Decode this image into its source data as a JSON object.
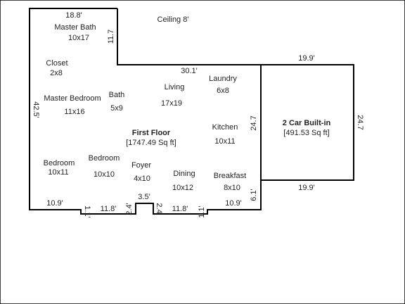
{
  "plan": {
    "ceiling": "Ceiling 8'",
    "first_floor": {
      "title": "First Floor",
      "area": "[1747.49 Sq ft]"
    },
    "garage": {
      "title": "2 Car Built-in",
      "area": "[491.53 Sq ft]"
    },
    "rooms": {
      "master_bath": {
        "name": "Master Bath",
        "size": "10x17"
      },
      "closet": {
        "name": "Closet",
        "size": "2x8"
      },
      "master_bedroom": {
        "name": "Master Bedroom",
        "size": "11x16"
      },
      "bath": {
        "name": "Bath",
        "size": "5x9"
      },
      "living": {
        "name": "Living",
        "size": "17x19"
      },
      "laundry": {
        "name": "Laundry",
        "size": "6x8"
      },
      "kitchen": {
        "name": "Kitchen",
        "size": "10x11"
      },
      "bedroom_1": {
        "name": "Bedroom",
        "size": "10x11"
      },
      "bedroom_2": {
        "name": "Bedroom",
        "size": "10x10"
      },
      "foyer": {
        "name": "Foyer",
        "size": "4x10"
      },
      "dining": {
        "name": "Dining",
        "size": "10x12"
      },
      "breakfast": {
        "name": "Breakfast",
        "size": "8x10"
      }
    },
    "dimensions": {
      "top_left": "18.8'",
      "notch_vertical": "11.7",
      "upper_right_wall": "30.1'",
      "left_side": "42.5'",
      "kitchen_side": "24.7",
      "garage_top": "19.9'",
      "garage_bottom": "19.9'",
      "garage_right": "24.7",
      "right_small": "6.1'",
      "bottom_left": "10.9'",
      "bottom_left_step": "1.1'",
      "bottom_mid_left": "11.8'",
      "bottom_left_jog": "2.4'",
      "entry_width": "3.5'",
      "bottom_right_jog": "2.4",
      "bottom_mid_right": "11.8'",
      "bottom_right_step": "1.1'",
      "bottom_right": "10.9'"
    }
  }
}
